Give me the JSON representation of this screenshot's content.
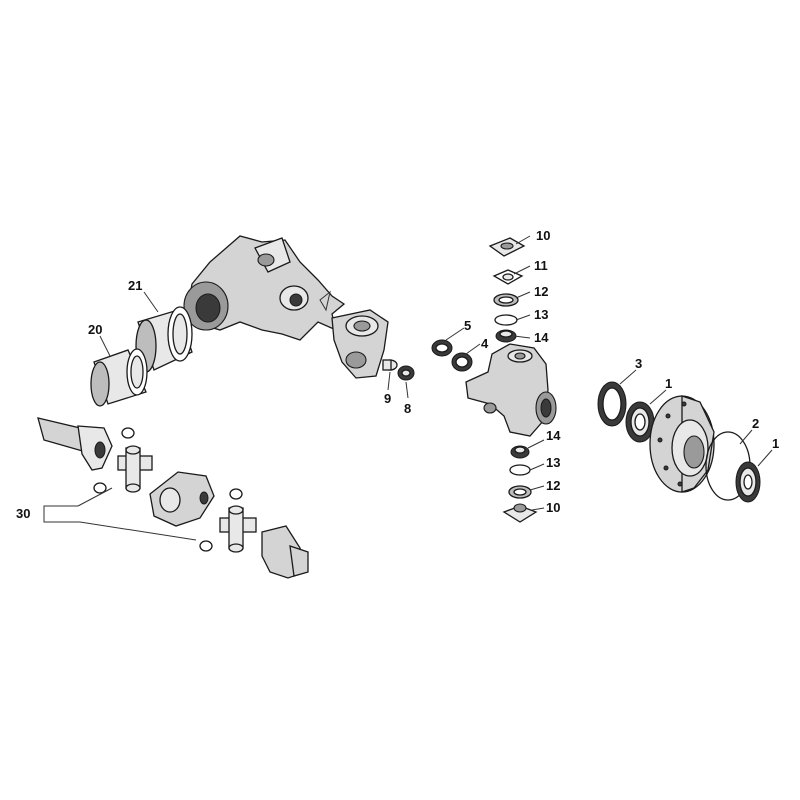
{
  "callouts": {
    "c10_top": "10",
    "c11": "11",
    "c12_top": "12",
    "c13_top": "13",
    "c14_top": "14",
    "c5": "5",
    "c4": "4",
    "c21": "21",
    "c20": "20",
    "c9": "9",
    "c8": "8",
    "c3": "3",
    "c1_top": "1",
    "c2": "2",
    "c1_bottom": "1",
    "c14_bottom": "14",
    "c13_bottom": "13",
    "c12_bottom": "12",
    "c10_bottom": "10",
    "c30": "30"
  }
}
